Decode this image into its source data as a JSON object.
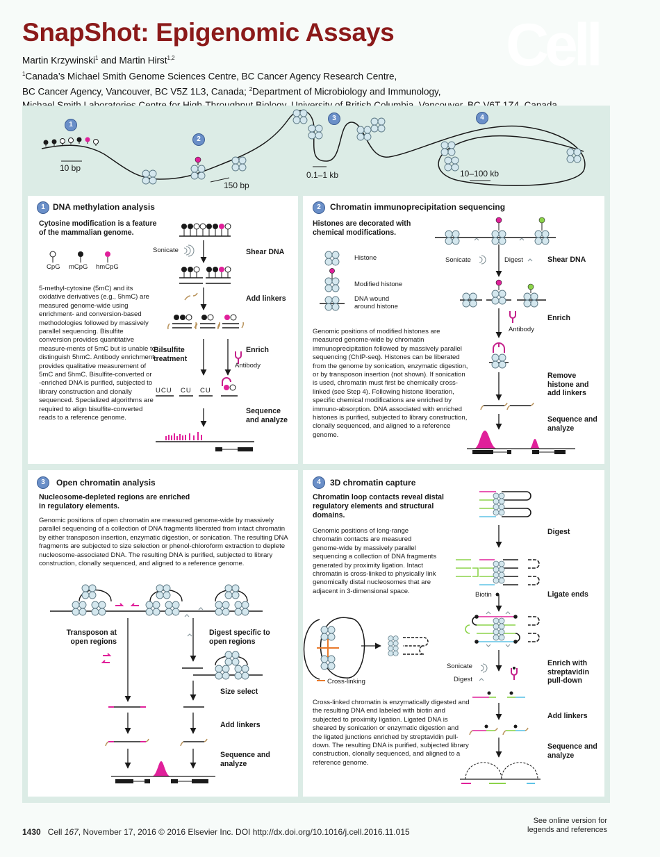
{
  "header": {
    "title": "SnapShot: Epigenomic Assays",
    "logo": "Cell",
    "authors": "Martin Krzywinski",
    "author_sup1": "1",
    "authors_and": " and Martin Hirst",
    "author_sup2": "1,2",
    "affil_sup1": "1",
    "affil_line1": "Canada’s Michael Smith Genome Sciences Centre, BC Cancer Agency Research Centre,",
    "affil_line2a": "BC Cancer Agency, Vancouver, BC V5Z 1L3, Canada; ",
    "affil_sup2": "2",
    "affil_line2b": "Department of Microbiology and Immunology,",
    "affil_line3": "Michael Smith Laboratories Centre for High-Throughput Biology, University of British Columbia, Vancouver, BC V6T 1Z4, Canada"
  },
  "overview": {
    "badges": [
      "1",
      "2",
      "3",
      "4"
    ],
    "scale_10bp": "10 bp",
    "scale_150bp": "150 bp",
    "scale_01kb": "0.1–1 kb",
    "scale_10kb": "10–100 kb"
  },
  "panel1": {
    "number": "1",
    "title": "DNA methylation analysis",
    "subtitle": "Cytosine modification is a feature of the mammalian genome.",
    "legend": [
      "CpG",
      "mCpG",
      "hmCpG"
    ],
    "sonicate": "Sonicate",
    "steps": [
      "Shear DNA",
      "Add linkers",
      "Enrich",
      "Sequence and analyze"
    ],
    "bisulfite": "Bilsulfite treatment",
    "antibody": "Antibody",
    "converted": [
      "UCU",
      "CU",
      "CU"
    ],
    "text": "5-methyl-cytosine (5mC) and its oxidative derivatives (e.g., 5hmC) are measured genome-wide using enrichment- and conversion-based methodologies followed by massively parallel sequencing. Bisulfite conversion provides quantitative measure-ments of 5mC but is unable to distinguish 5hmC. Antibody enrichment provides qualitative measurement of 5mC and 5hmC. Bisulfite-converted or -enriched DNA is purified, subjected to library construction and clonally sequenced. Specialized algorithms are required to align bisulfite-converted reads to a reference genome."
  },
  "panel2": {
    "number": "2",
    "title": "Chromatin immunoprecipitation sequencing",
    "subtitle": "Histones are decorated with chemical modifications.",
    "legend": [
      "Histone",
      "Modified histone",
      "DNA wound around histone"
    ],
    "sonicate": "Sonicate",
    "digest": "Digest",
    "antibody": "Antibody",
    "steps": [
      "Shear DNA",
      "Enrich",
      "Remove histone and add linkers",
      "Sequence and analyze"
    ],
    "text": "Genomic positions of modified histones are measured genome-wide by chromatin immunoprecipitation followed by massively parallel sequencing (ChIP-seq). Histones can be liberated from the genome by sonication, enzymatic digestion, or by transposon insertion (not shown). If sonication is used, chromatin must first be chemically cross-linked (see Step 4). Following histone liberation, specific chemical modifications are enriched by immuno-absorption. DNA associated with enriched histones is purified, subjected to library construction, clonally sequenced, and aligned to a reference genome."
  },
  "panel3": {
    "number": "3",
    "title": "Open chromatin analysis",
    "subtitle": "Nucleosome-depleted regions are enriched in regulatory elements.",
    "text": "Genomic positions of open chromatin are measured genome-wide by massively parallel sequencing of a collection of DNA fragments liberated from intact chromatin by either transposon insertion, enzymatic digestion, or sonication. The resulting DNA fragments are subjected to size selection or phenol-chloroform extraction to deplete nucleosome-associated DNA. The resulting DNA is purified, subjected to library construction, clonally sequenced, and aligned to a reference genome.",
    "transposon": "Transposon at open regions",
    "digest_specific": "Digest specific to open regions",
    "steps": [
      "Size select",
      "Add linkers",
      "Sequence and analyze"
    ]
  },
  "panel4": {
    "number": "4",
    "title": "3D chromatin capture",
    "subtitle": "Chromatin loop contacts reveal distal regulatory elements and structural domains.",
    "text": "Genomic positions of long-range chromatin contacts are measured genome-wide by massively parallel sequencing a collection of DNA fragments generated by proximity ligation. Intact chromatin is cross-linked to physically link genomically distal nucleosomes that are adjacent in 3-dimensional space.",
    "crosslink": "Cross-linking",
    "text2": "Cross-linked chromatin is enzymatically digested and the resulting DNA end labeled with biotin and subjected to proximity ligation. Ligated DNA is sheared by sonication or enzymatic digestion and the ligated junctions enriched by streptavidin pull-down. The resulting DNA is purified, subjected library construction, clonally sequenced, and aligned to a reference genome.",
    "biotin": "Biotin",
    "sonicate": "Sonicate",
    "digest": "Digest",
    "steps": [
      "Digest",
      "Ligate ends",
      "Enrich with streptavidin pull-down",
      "Add linkers",
      "Sequence and analyze"
    ]
  },
  "footer": {
    "page": "1430",
    "journal": "Cell ",
    "volume": "167",
    "citation": ", November 17, 2016 © 2016 Elsevier Inc.    DOI http://dx.doi.org/10.1016/j.cell.2016.11.015",
    "online1": "See online version for",
    "online2": "legends and references"
  },
  "colors": {
    "title": "#8b1a1a",
    "board": "#dcece6",
    "magenta": "#e0209a",
    "green": "#8cd34a",
    "cyan": "#5ec3e6",
    "nucleosome": "#d4e7ee",
    "badge": "#6a8fc8",
    "crosslink": "#e87a2c",
    "linker": "#b8925a"
  }
}
